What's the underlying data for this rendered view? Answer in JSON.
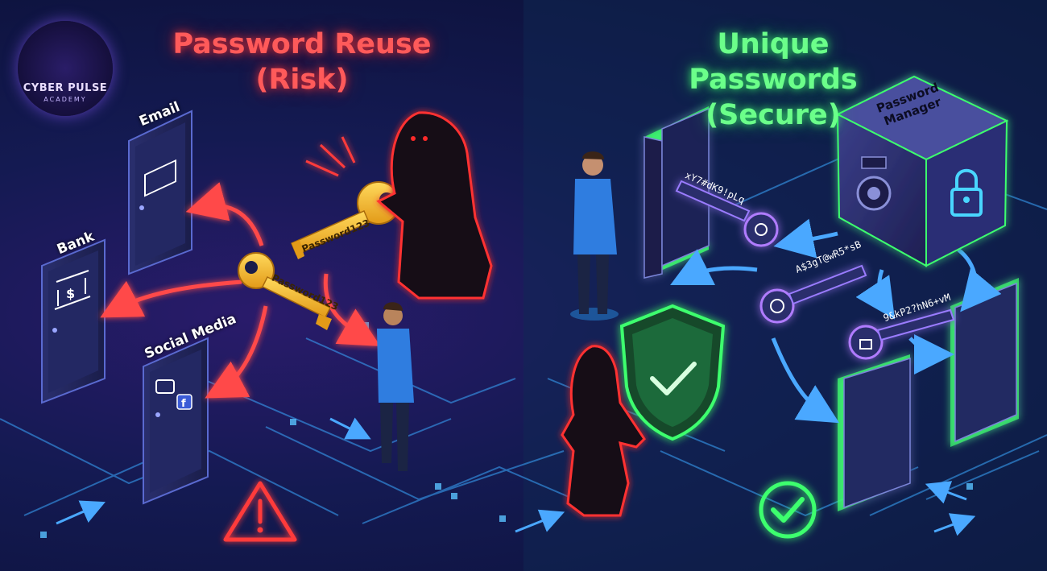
{
  "titles": {
    "left_line1": "Password Reuse",
    "left_line2": "(Risk)",
    "right_line1": "Unique Passwords",
    "right_line2": "(Secure)"
  },
  "logo": {
    "name": "CYBER PULSE",
    "subtitle": "ACADEMY"
  },
  "doors": {
    "email": "Email",
    "bank": "Bank",
    "social": "Social Media"
  },
  "reused_key_labels": [
    "Password123",
    "Password123"
  ],
  "unique_keys": [
    "xY7#dK9!pLq",
    "A$3gT@wR5*sB",
    "9&kP2?hN6+vM"
  ],
  "password_manager": {
    "line1": "Password",
    "line2": "Manager"
  },
  "colors": {
    "risk": "#ff4a4a",
    "secure": "#3dff6e",
    "key_gold": "#f5b82e",
    "circuit": "#3aa8ff"
  }
}
